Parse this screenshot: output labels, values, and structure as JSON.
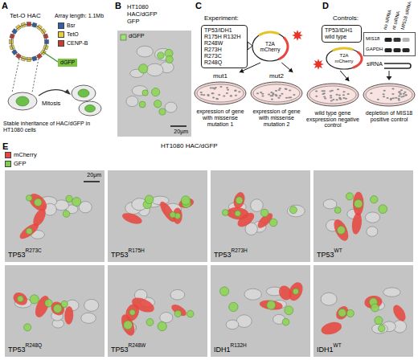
{
  "diagram": {
    "nodes": [
      {
        "text": [
          "TP53/IDH1",
          "R175H R132H",
          "R248W",
          "R273H",
          "R273C",
          "R248Q"
        ]
      },
      {
        "text": [
          "T2A",
          "mCherry"
        ]
      },
      {
        "text": [
          "mut1",
          "expression of gene with missense mutation 1"
        ]
      },
      {
        "text": [
          "mut2",
          "expression of gene with missense mutation 2"
        ]
      },
      {
        "text": [
          "TP53/IDH1 wild type"
        ]
      },
      {
        "text": [
          "T2A",
          "mCherry"
        ]
      },
      {
        "text": [
          "wild type gene exspression negative control"
        ]
      },
      {
        "text": [
          "depletion of MIS18 positive control"
        ]
      },
      {
        "text": [
          "MIS18",
          "GAPDH"
        ]
      },
      {
        "text": [
          "dGFP",
          "20μm"
        ]
      },
      {
        "text": [
          "TP53",
          "R273C",
          "20μm"
        ]
      },
      {
        "text": [
          "TP53",
          "R175H"
        ]
      },
      {
        "text": [
          "TP53",
          "R273H"
        ]
      },
      {
        "text": [
          "TP53",
          "WT"
        ]
      },
      {
        "text": [
          "TP53",
          "R248Q"
        ]
      },
      {
        "text": [
          "TP53",
          "R248W"
        ]
      },
      {
        "text": [
          "IDH1",
          "R132H"
        ]
      },
      {
        "text": [
          "IDH1",
          "WT"
        ]
      }
    ],
    "edges": [
      {
        "from": 1,
        "to": 2,
        "arrow": "to"
      },
      {
        "from": 1,
        "to": 3,
        "arrow": "to"
      },
      {
        "from": 5,
        "to": 6,
        "arrow": "to"
      }
    ],
    "labels": [
      "A",
      "Tet-O HAC",
      "Array length: 1.1Mb",
      "dGFP",
      "Mitosis",
      "Stable inheritance of HAC/dGFP in HT1080 cells",
      "B",
      "HT1080",
      "HAC/dGFP",
      "GFP",
      "C",
      "Experiment:",
      "D",
      "Controls:",
      "no siRNA",
      "nt siRNA",
      "MIS18 siRNA",
      "siRNA",
      "E",
      "HT1080 HAC/dGFP"
    ],
    "legend": [
      {
        "text": "Bsr",
        "color": "#2f5fa8"
      },
      {
        "text": "TetO",
        "color": "#e9cf3f"
      },
      {
        "text": "CENP-B",
        "color": "#cf3a2c"
      },
      {
        "text": "mCherry",
        "color": "#e8453c"
      },
      {
        "text": "GFP",
        "color": "#7ccf4a"
      }
    ]
  }
}
